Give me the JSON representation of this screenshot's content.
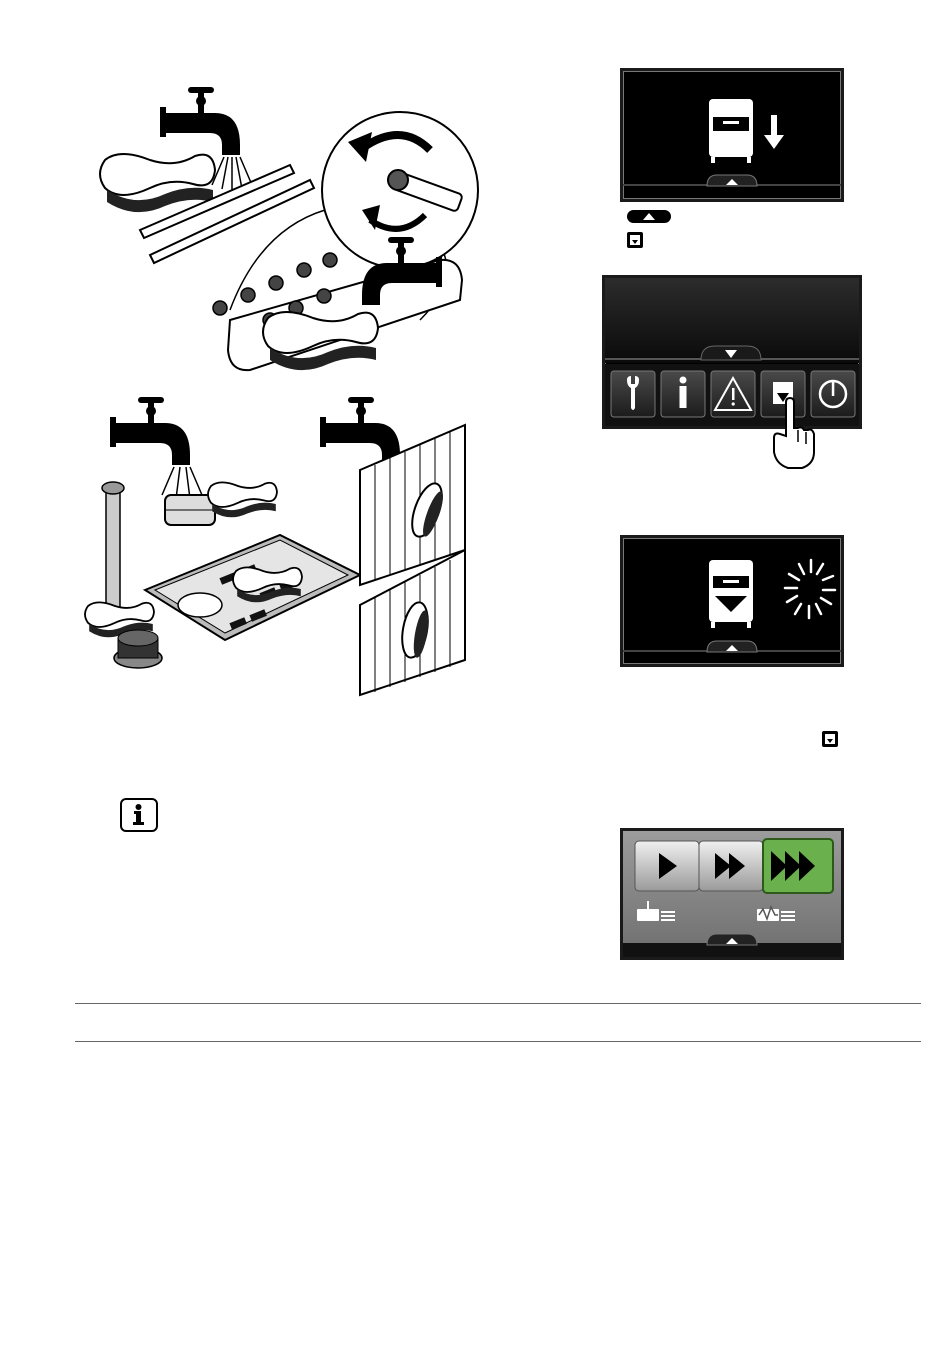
{
  "page": {
    "background": "#ffffff"
  },
  "illustrations": {
    "rinse_spray_arms": {
      "icons": [
        "faucet-icon",
        "brush-icon",
        "spray-arm",
        "rotate-arrow-icon",
        "nozzle-bar"
      ]
    },
    "rinse_filters": {
      "icons": [
        "faucet-icon",
        "brush-icon",
        "basket-filter",
        "base-tray",
        "drain-filter"
      ]
    },
    "rinse_panels": {
      "icons": [
        "faucet-icon",
        "brush-icon",
        "side-panel"
      ]
    }
  },
  "legend": {
    "items": [
      {
        "icon": "up-arrow-button-icon"
      },
      {
        "icon": "drain-icon"
      }
    ]
  },
  "display_menu": {
    "buttons": [
      {
        "icon": "wrench-icon"
      },
      {
        "icon": "info-icon"
      },
      {
        "icon": "warning-icon"
      },
      {
        "icon": "drain-icon",
        "pressed": true
      },
      {
        "icon": "power-icon"
      }
    ]
  },
  "program_select": {
    "options": [
      {
        "icon": "play-icon",
        "selected": false
      },
      {
        "icon": "double-play-icon",
        "selected": false
      },
      {
        "icon": "triple-play-icon",
        "selected": true
      }
    ],
    "accent": "#6ab04c"
  },
  "colors": {
    "screen_bg": "#000000",
    "screen_border": "#1a1a1a",
    "icon_fill": "#ffffff",
    "accent_green": "#6ab04c",
    "rule": "#666666"
  }
}
